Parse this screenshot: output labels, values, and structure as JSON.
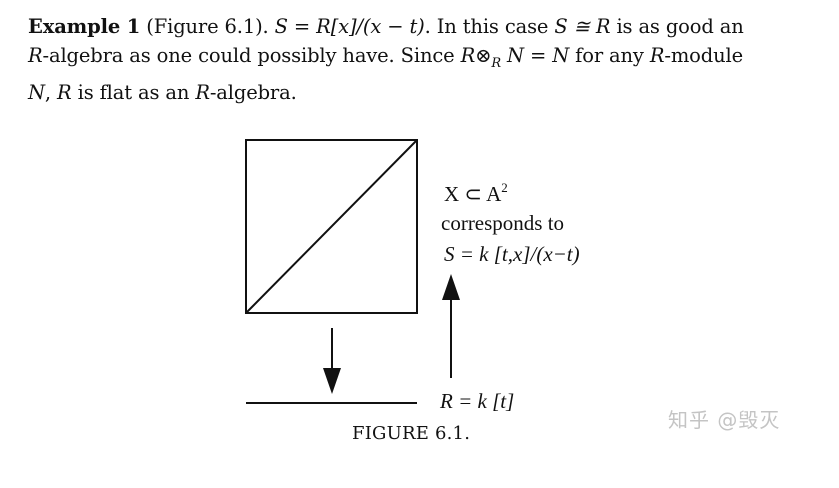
{
  "text": {
    "line1": {
      "label": "Example 1",
      "part_a": " (Figure 6.1). ",
      "math_a": "S = R[x]/(x − t)",
      "part_b": ". In this case ",
      "math_b": "S ≅ R",
      "part_c": " is as good an"
    },
    "line2": {
      "math_a": "R",
      "part_a": "-algebra as one could possibly have. Since ",
      "math_b": "R⊗",
      "math_b_sub": "R",
      "math_c": " N = N",
      "part_b": " for any ",
      "math_d": "R",
      "part_c": "-module"
    },
    "line3": {
      "math_a": "N",
      "part_a": ", ",
      "math_b": "R",
      "part_b": " is flat as an ",
      "math_c": "R",
      "part_c": "-algebra."
    }
  },
  "figure": {
    "label_x": "X ⊂ A",
    "label_x_sup": "2",
    "label_corresponds": "corresponds to",
    "label_s": "S = k [t,x]/(x−t)",
    "label_r": "R = k [t]",
    "caption": "FIGURE 6.1."
  },
  "watermark": "知乎 @毁灭"
}
